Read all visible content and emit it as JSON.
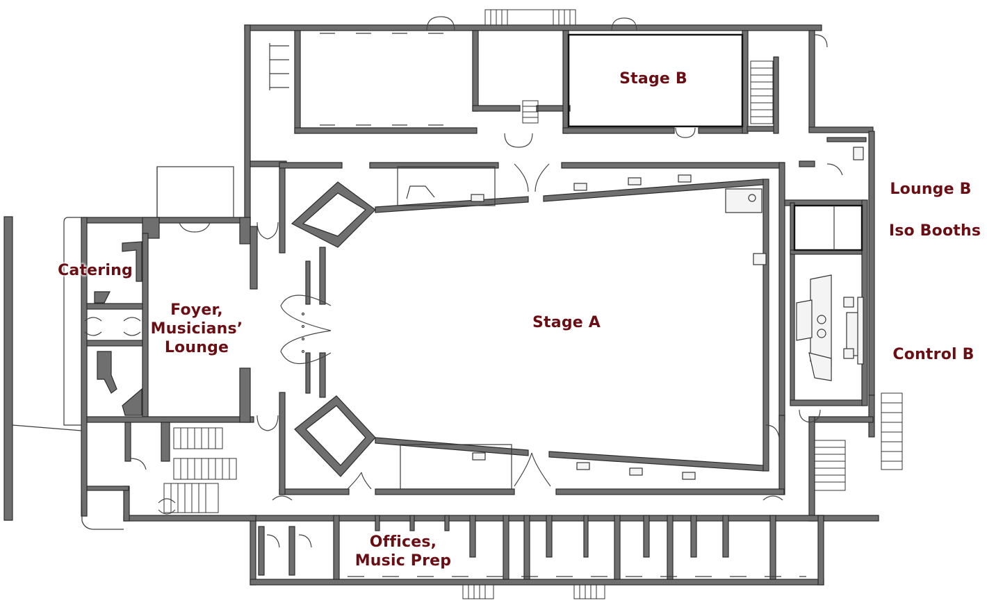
{
  "colors": {
    "label": "#6b0e14",
    "wall_fill": "#6f6f6f",
    "line": "#2b2b2b"
  },
  "rooms": {
    "stage_b": "Stage B",
    "stage_a": "Stage A",
    "lounge_b": "Lounge B",
    "iso_booths": "Iso Booths",
    "control_b": "Control B",
    "catering": "Catering",
    "foyer": "Foyer,\nMusicians’\nLounge",
    "offices": "Offices,\nMusic Prep"
  }
}
